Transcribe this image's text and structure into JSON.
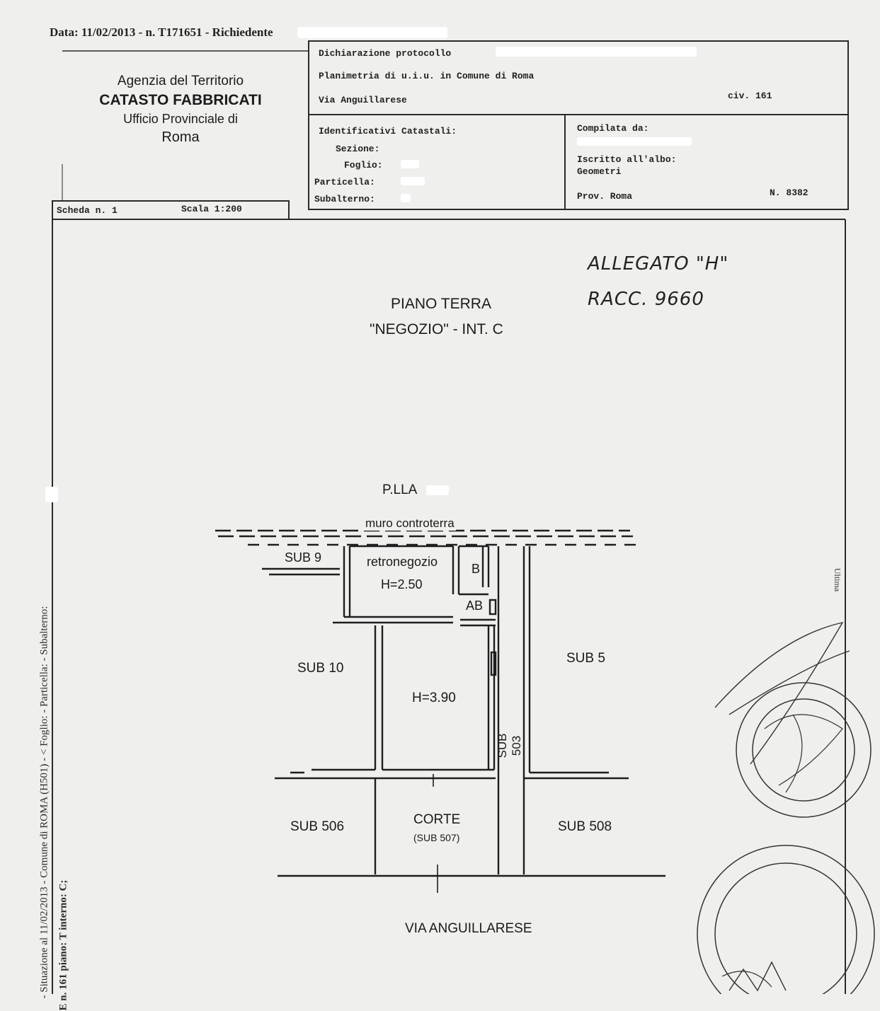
{
  "header_line": {
    "data_label": "Data: 11/02/2013 - n. T171651 - Richiedente"
  },
  "agency": {
    "line1": "Agenzia del Territorio",
    "line2": "CATASTO FABBRICATI",
    "line3": "Ufficio Provinciale di",
    "line4": "Roma"
  },
  "top_box": {
    "dichiarazione": "Dichiarazione protocollo",
    "planimetria": "Planimetria di u.i.u. in Comune di Roma",
    "via": "Via Anguillarese",
    "civ": "civ. 161"
  },
  "identificativi": {
    "title": "Identificativi Catastali:",
    "sezione": "Sezione:",
    "foglio": "Foglio:",
    "particella": "Particella:",
    "subalterno": "Subalterno:"
  },
  "compilata": {
    "title": "Compilata da:",
    "iscritto": "Iscritto all'albo:",
    "albo": "Geometri",
    "prov": "Prov. Roma",
    "numero": "N. 8382"
  },
  "scheda": {
    "scheda": "Scheda n. 1",
    "scala": "Scala 1:200"
  },
  "annotation": {
    "line1": "ALLEGATO \"H\"",
    "line2": "RACC. 9660"
  },
  "plan": {
    "title1": "PIANO TERRA",
    "title2": "\"NEGOZIO\" - INT. C",
    "plla": "P.LLA",
    "muro": "muro controterra",
    "sub9": "SUB 9",
    "retronegozio": "retronegozio",
    "h250": "H=2.50",
    "b": "B",
    "ab": "AB",
    "sub10": "SUB 10",
    "h390": "H=3.90",
    "sub503": "SUB 503",
    "sub5": "SUB 5",
    "sub506": "SUB 506",
    "corte": "CORTE",
    "sub507": "(SUB 507)",
    "sub508": "SUB 508",
    "via": "VIA ANGUILLARESE"
  },
  "side_text": {
    "line1": "- Situazione al 11/02/2013 - Comune di ROMA (H501) - < Foglio: - Particella: - Subalterno:",
    "line2": "E n. 161 piano: T interno: C;"
  },
  "right_edge": "Ultima"
}
